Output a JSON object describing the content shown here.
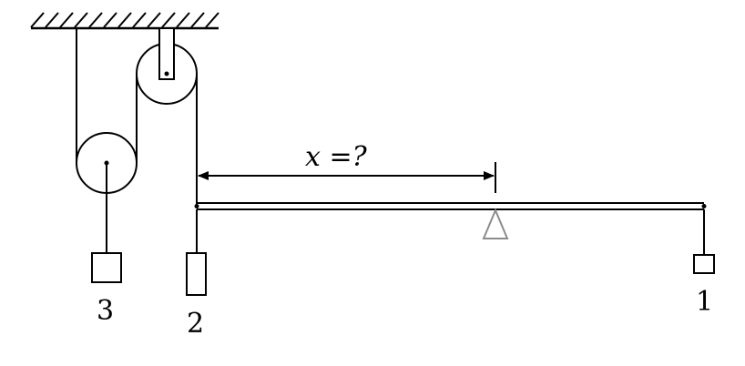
{
  "labels": {
    "distance": "x =?",
    "mass_1": "1",
    "mass_2": "2",
    "mass_3": "3"
  },
  "colors": {
    "stroke": "#000000",
    "fulcrum": "#8c8c8c",
    "background": "#ffffff"
  }
}
